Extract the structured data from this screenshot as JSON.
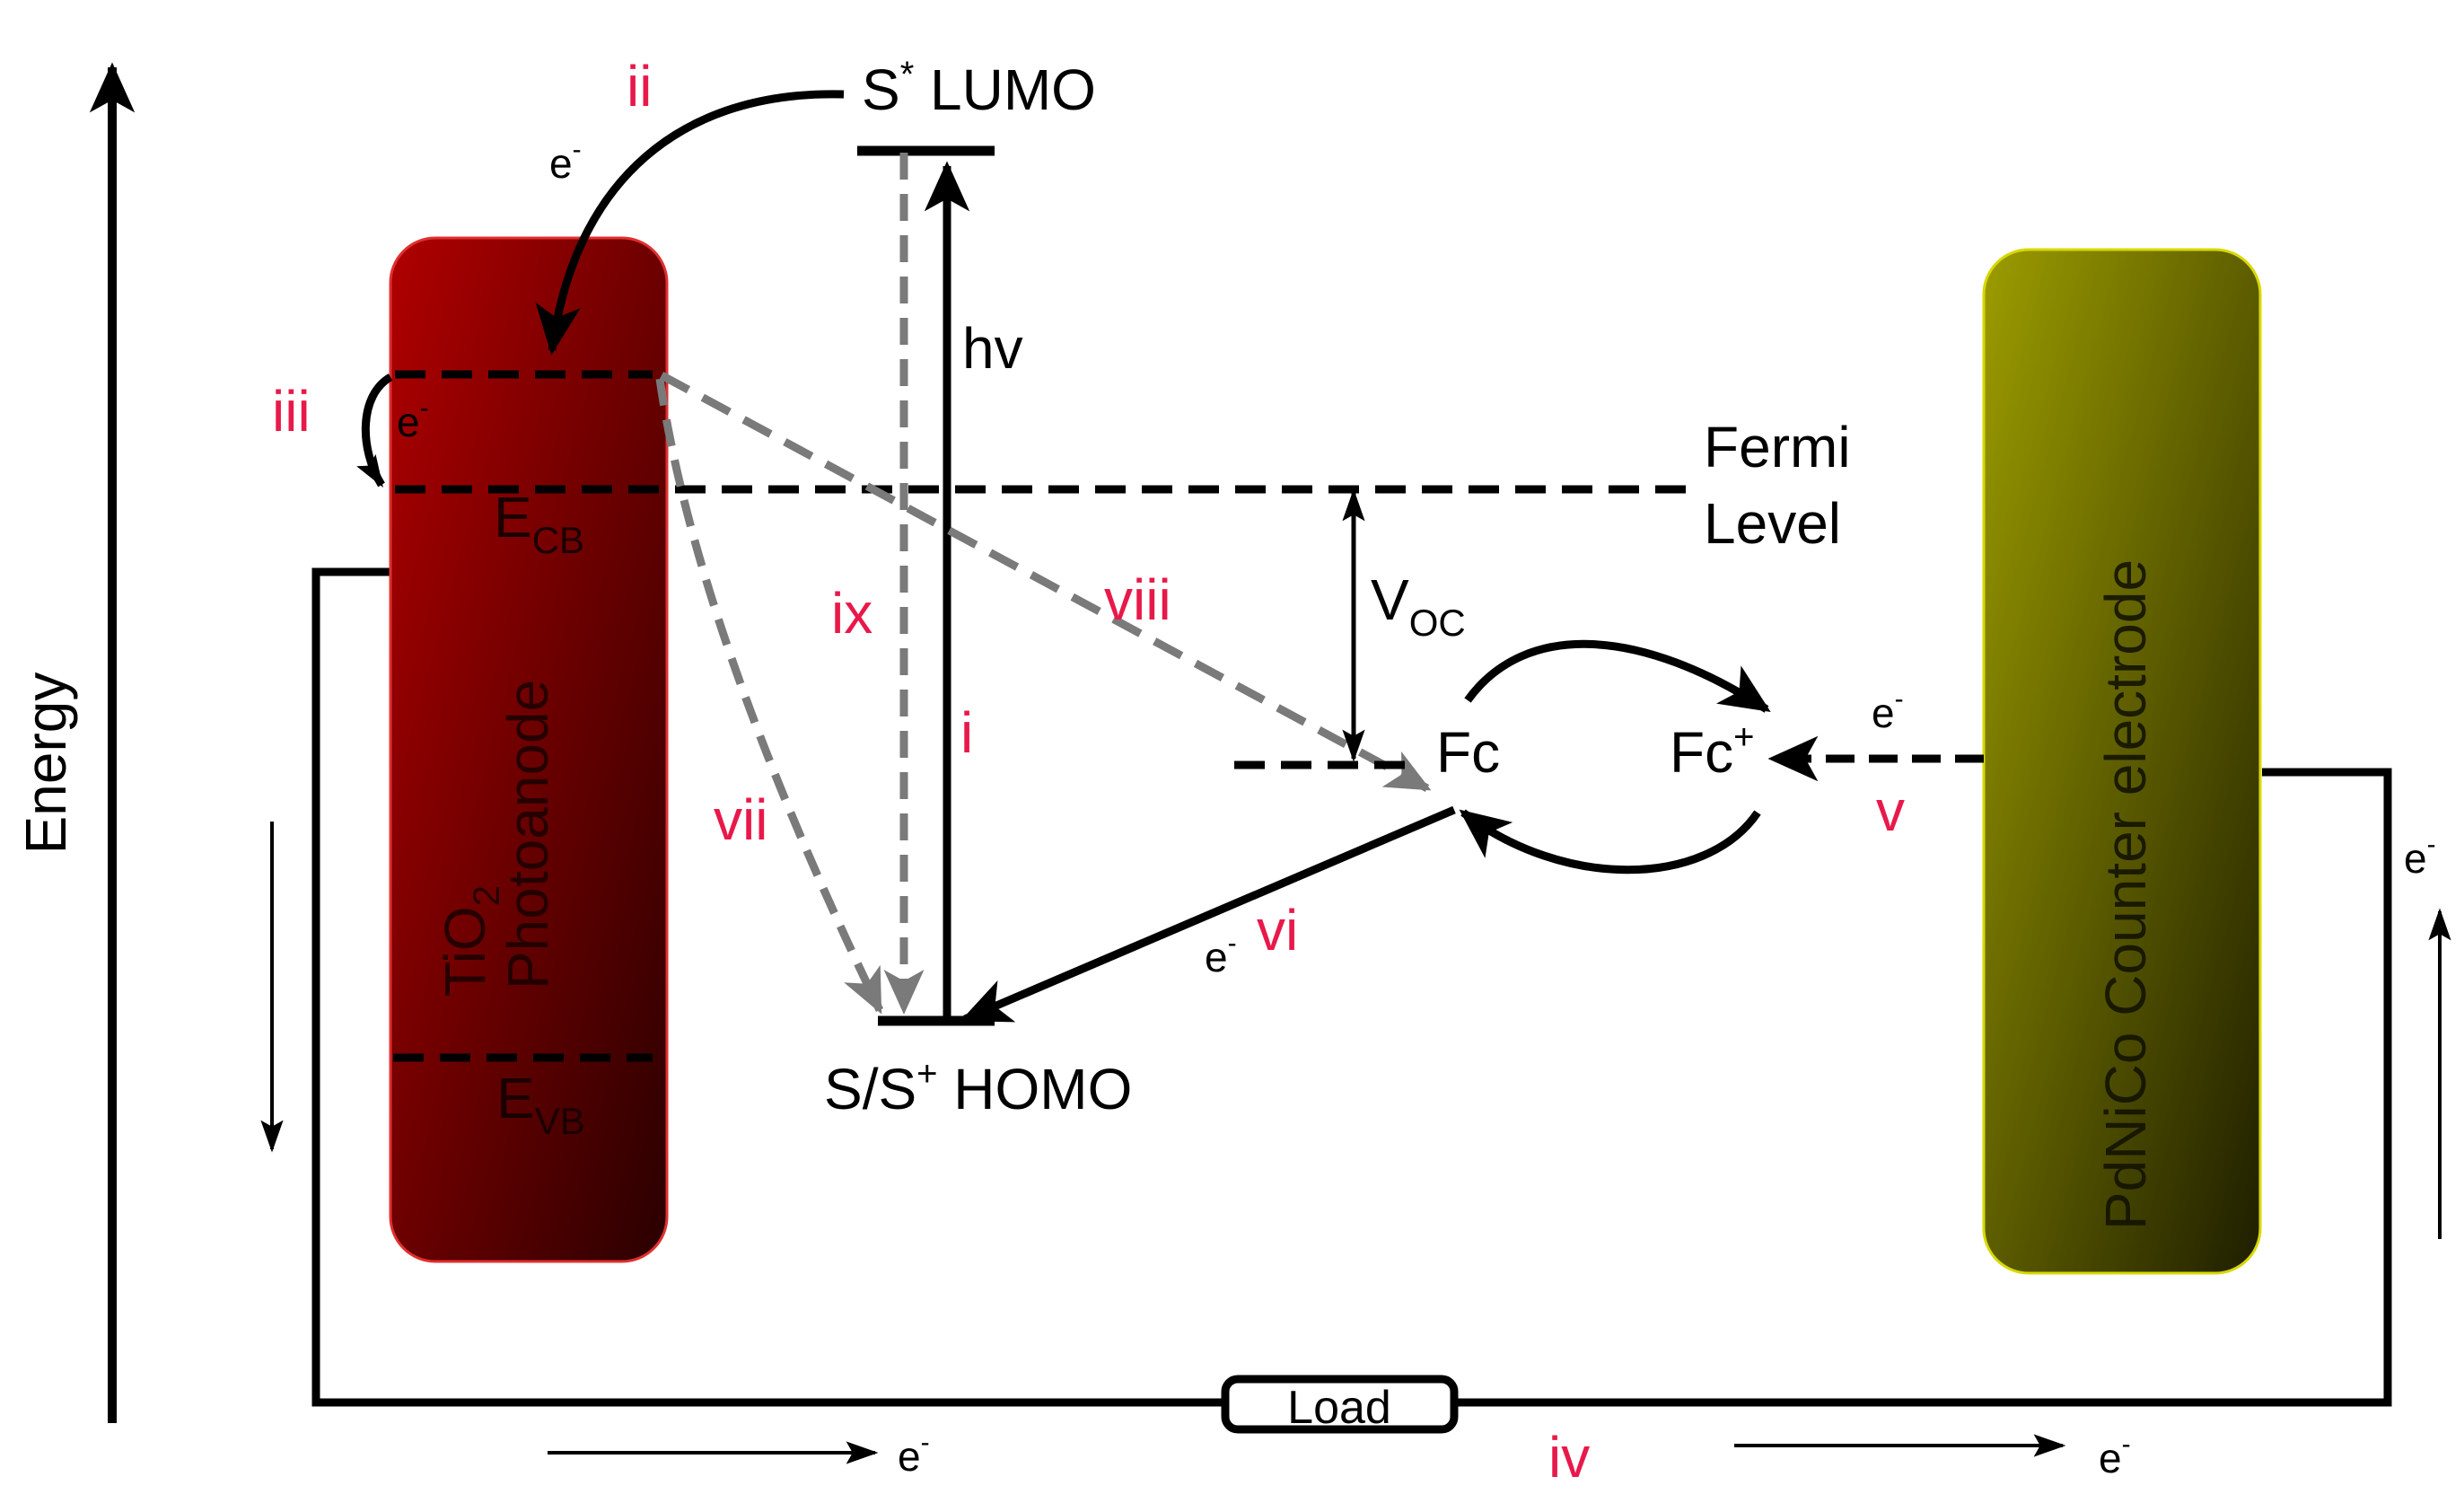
{
  "axis": {
    "label": "Energy"
  },
  "photoanode": {
    "material": "TiO",
    "subscript": "2",
    "label": "Photoanode",
    "cb": {
      "base": "E",
      "sub": "CB"
    },
    "vb": {
      "base": "E",
      "sub": "VB"
    },
    "colors": {
      "top": "#b00000",
      "bottom": "#2a0000"
    }
  },
  "counter_electrode": {
    "label": "PdNiCo Counter electrode",
    "colors": {
      "top": "#9c9c00",
      "bottom": "#1e1e00"
    }
  },
  "dye": {
    "lumo": {
      "base": "S",
      "sup": "*",
      "rest": " LUMO"
    },
    "homo": {
      "base": "S/S",
      "sup": "+",
      "rest": " HOMO"
    },
    "excitation": "hv"
  },
  "fermi": {
    "line1": "Fermi",
    "line2": "Level"
  },
  "voltage": {
    "base": "V",
    "sub": "OC"
  },
  "redox": {
    "reduced": "Fc",
    "oxidized": {
      "base": "Fc",
      "sup": "+"
    }
  },
  "load": {
    "label": "Load"
  },
  "electron": {
    "base": "e",
    "sup": "-"
  },
  "steps": {
    "i": "i",
    "ii": "ii",
    "iii": "iii",
    "iv": "iv",
    "v": "v",
    "vi": "vi",
    "vii": "vii",
    "viii": "viii",
    "ix": "ix"
  },
  "colors": {
    "step_label": "#e8194a",
    "recombination": "#7a7a7a",
    "line": "#000000"
  }
}
